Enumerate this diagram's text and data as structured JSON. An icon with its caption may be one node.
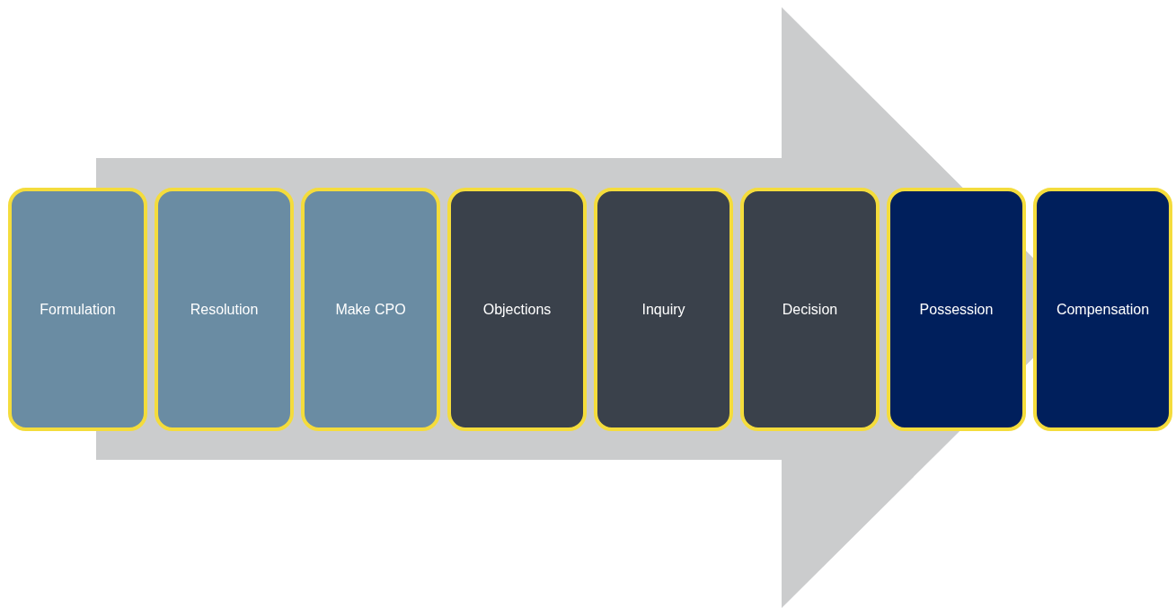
{
  "diagram": {
    "nodes": [
      {
        "text": [
          "Formulation"
        ]
      },
      {
        "text": [
          "Resolution"
        ]
      },
      {
        "text": [
          "Make CPO"
        ]
      },
      {
        "text": [
          "Objections"
        ]
      },
      {
        "text": [
          "Inquiry"
        ]
      },
      {
        "text": [
          "Decision"
        ]
      },
      {
        "text": [
          "Possession"
        ]
      },
      {
        "text": [
          "Compensation"
        ]
      }
    ],
    "edges": [
      {
        "from": 0,
        "to": 7,
        "arrow": "to"
      }
    ]
  }
}
